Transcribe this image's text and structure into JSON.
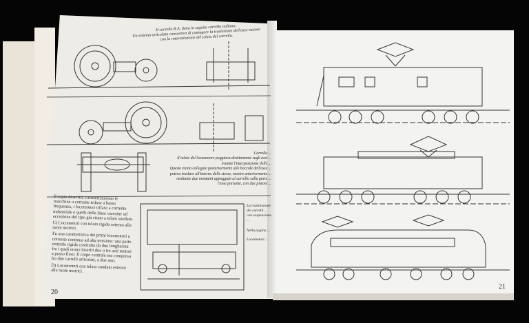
{
  "left_page": {
    "top_caption": [
      "Il carrello R.A. detto in seguito carrello italiano.",
      "Un sistema articolato consentiva di coniugare la traslazione dell'asse motore",
      "con la rotoraslazione del telaio del carrello."
    ],
    "mid_caption": [
      "Carrello ...",
      "Il telaio del locomotore poggiava direttamente sugli assi ...",
      "tramite l'interposizione delle ...",
      "Queste erano collegate posteriormente alle boccole dell'asse ...",
      "poteva traslare all'interno delle stesse, mentre anteriormente ...",
      "mediante due montanti appoggiati al carrello sulla parte ...",
      "l'asse portante, con due pistoni ..."
    ],
    "side_captions": [
      "La trasmissione dei carrelli ... con sospensione ...",
      "Nella pagina ...",
      "Locomotori ..."
    ],
    "body": [
      "Il sopra descritti, caratterizzarono le macchine a corrente trifase a bassa frequenza, i locomotori trifase a corrente industriale e quelli delle linee varesine ad eccezione del tipo già citato a telaio snodato.",
      "C) Locomotori con telaio rigido esterno alle ruote motrici.",
      "Fu una caratteristica dei primi locomotori a corrente continua ad alta tensione: una parte centrale rigida costituita da due longheroni fra i quali erano inseriti due o tre assi motori a passo fisso. Il corpo centrale era compreso fra due carrelli articolati, a due assi.",
      "D) Locomotori con telaio snodato esterno alle ruote motrici."
    ],
    "page_number": "20"
  },
  "right_page": {
    "page_number": "21"
  }
}
